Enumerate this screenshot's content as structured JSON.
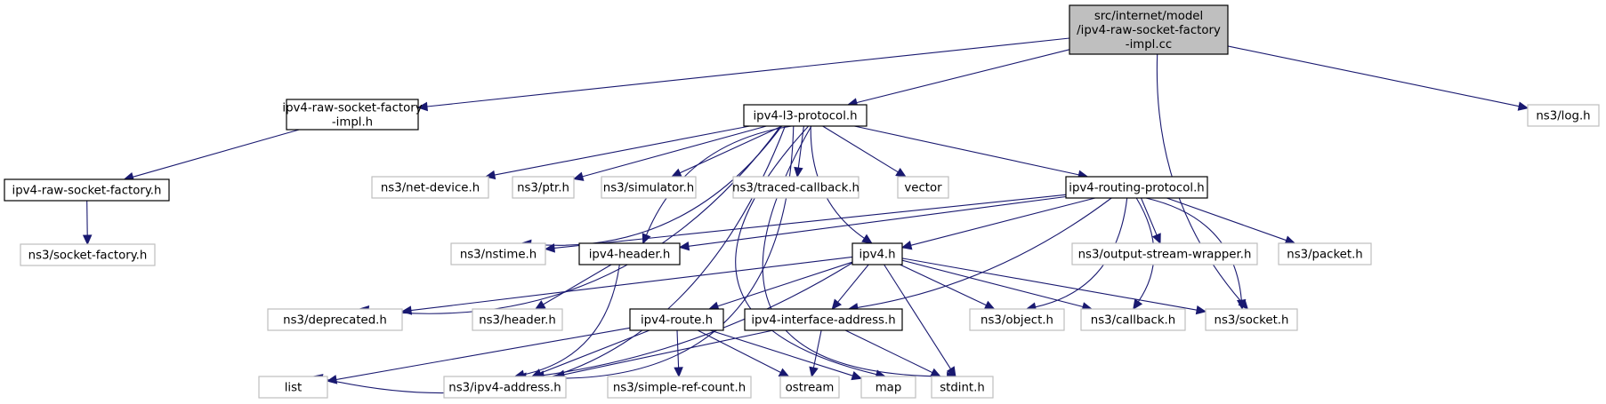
{
  "diagram": {
    "title": "Include dependency graph for src/internet/model/ipv4-raw-socket-factory-impl.cc",
    "colors": {
      "edge": "#191970",
      "root_fill": "#bfbfbf",
      "doc_border": "#000000",
      "ext_border": "#bfbfbf"
    },
    "nodes": [
      {
        "id": "root",
        "kind": "root",
        "lines": [
          "src/internet/model",
          "/ipv4-raw-socket-factory",
          "-impl.cc"
        ]
      },
      {
        "id": "rsfi_h",
        "kind": "doc",
        "lines": [
          "ipv4-raw-socket-factory",
          "-impl.h"
        ]
      },
      {
        "id": "l3",
        "kind": "doc",
        "lines": [
          "ipv4-l3-protocol.h"
        ]
      },
      {
        "id": "log",
        "kind": "ext",
        "lines": [
          "ns3/log.h"
        ]
      },
      {
        "id": "rsf_h",
        "kind": "doc",
        "lines": [
          "ipv4-raw-socket-factory.h"
        ]
      },
      {
        "id": "sockfact",
        "kind": "ext",
        "lines": [
          "ns3/socket-factory.h"
        ]
      },
      {
        "id": "netdev",
        "kind": "ext",
        "lines": [
          "ns3/net-device.h"
        ]
      },
      {
        "id": "ptr",
        "kind": "ext",
        "lines": [
          "ns3/ptr.h"
        ]
      },
      {
        "id": "sim",
        "kind": "ext",
        "lines": [
          "ns3/simulator.h"
        ]
      },
      {
        "id": "traced",
        "kind": "ext",
        "lines": [
          "ns3/traced-callback.h"
        ]
      },
      {
        "id": "vector",
        "kind": "ext",
        "lines": [
          "vector"
        ]
      },
      {
        "id": "routing",
        "kind": "doc",
        "lines": [
          "ipv4-routing-protocol.h"
        ]
      },
      {
        "id": "nstime",
        "kind": "ext",
        "lines": [
          "ns3/nstime.h"
        ]
      },
      {
        "id": "header",
        "kind": "doc",
        "lines": [
          "ipv4-header.h"
        ]
      },
      {
        "id": "ipv4",
        "kind": "doc",
        "lines": [
          "ipv4.h"
        ]
      },
      {
        "id": "osw",
        "kind": "ext",
        "lines": [
          "ns3/output-stream-wrapper.h"
        ]
      },
      {
        "id": "packet",
        "kind": "ext",
        "lines": [
          "ns3/packet.h"
        ]
      },
      {
        "id": "deprecated",
        "kind": "ext",
        "lines": [
          "ns3/deprecated.h"
        ]
      },
      {
        "id": "hdr3",
        "kind": "ext",
        "lines": [
          "ns3/header.h"
        ]
      },
      {
        "id": "route",
        "kind": "doc",
        "lines": [
          "ipv4-route.h"
        ]
      },
      {
        "id": "ifaddr",
        "kind": "doc",
        "lines": [
          "ipv4-interface-address.h"
        ]
      },
      {
        "id": "object",
        "kind": "ext",
        "lines": [
          "ns3/object.h"
        ]
      },
      {
        "id": "callback",
        "kind": "ext",
        "lines": [
          "ns3/callback.h"
        ]
      },
      {
        "id": "socket",
        "kind": "ext",
        "lines": [
          "ns3/socket.h"
        ]
      },
      {
        "id": "list",
        "kind": "ext",
        "lines": [
          "list"
        ]
      },
      {
        "id": "ipv4addr",
        "kind": "ext",
        "lines": [
          "ns3/ipv4-address.h"
        ]
      },
      {
        "id": "simpleref",
        "kind": "ext",
        "lines": [
          "ns3/simple-ref-count.h"
        ]
      },
      {
        "id": "ostream",
        "kind": "ext",
        "lines": [
          "ostream"
        ]
      },
      {
        "id": "map",
        "kind": "ext",
        "lines": [
          "map"
        ]
      },
      {
        "id": "stdint",
        "kind": "ext",
        "lines": [
          "stdint.h"
        ]
      }
    ],
    "edges": [
      {
        "from": "root",
        "to": "rsfi_h"
      },
      {
        "from": "root",
        "to": "l3"
      },
      {
        "from": "root",
        "to": "log"
      },
      {
        "from": "root",
        "to": "socket"
      },
      {
        "from": "rsfi_h",
        "to": "rsf_h"
      },
      {
        "from": "rsf_h",
        "to": "sockfact"
      },
      {
        "from": "l3",
        "to": "list"
      },
      {
        "from": "l3",
        "to": "ipv4addr"
      },
      {
        "from": "l3",
        "to": "deprecated"
      },
      {
        "from": "l3",
        "to": "nstime"
      },
      {
        "from": "l3",
        "to": "netdev"
      },
      {
        "from": "l3",
        "to": "ptr"
      },
      {
        "from": "l3",
        "to": "sim"
      },
      {
        "from": "l3",
        "to": "traced"
      },
      {
        "from": "l3",
        "to": "vector"
      },
      {
        "from": "l3",
        "to": "header"
      },
      {
        "from": "l3",
        "to": "ipv4"
      },
      {
        "from": "l3",
        "to": "routing"
      },
      {
        "from": "l3",
        "to": "map"
      },
      {
        "from": "l3",
        "to": "stdint"
      },
      {
        "from": "routing",
        "to": "nstime"
      },
      {
        "from": "routing",
        "to": "header"
      },
      {
        "from": "routing",
        "to": "ipv4"
      },
      {
        "from": "routing",
        "to": "ifaddr"
      },
      {
        "from": "routing",
        "to": "osw"
      },
      {
        "from": "routing",
        "to": "packet"
      },
      {
        "from": "routing",
        "to": "object"
      },
      {
        "from": "routing",
        "to": "callback"
      },
      {
        "from": "routing",
        "to": "socket"
      },
      {
        "from": "header",
        "to": "hdr3"
      },
      {
        "from": "header",
        "to": "ipv4addr"
      },
      {
        "from": "ipv4",
        "to": "deprecated"
      },
      {
        "from": "ipv4",
        "to": "ipv4addr"
      },
      {
        "from": "ipv4",
        "to": "route"
      },
      {
        "from": "ipv4",
        "to": "ifaddr"
      },
      {
        "from": "ipv4",
        "to": "object"
      },
      {
        "from": "ipv4",
        "to": "callback"
      },
      {
        "from": "ipv4",
        "to": "socket"
      },
      {
        "from": "ipv4",
        "to": "stdint"
      },
      {
        "from": "route",
        "to": "list"
      },
      {
        "from": "route",
        "to": "ipv4addr"
      },
      {
        "from": "route",
        "to": "simpleref"
      },
      {
        "from": "route",
        "to": "ostream"
      },
      {
        "from": "route",
        "to": "map"
      },
      {
        "from": "ifaddr",
        "to": "ipv4addr"
      },
      {
        "from": "ifaddr",
        "to": "ostream"
      },
      {
        "from": "ifaddr",
        "to": "stdint"
      }
    ]
  }
}
